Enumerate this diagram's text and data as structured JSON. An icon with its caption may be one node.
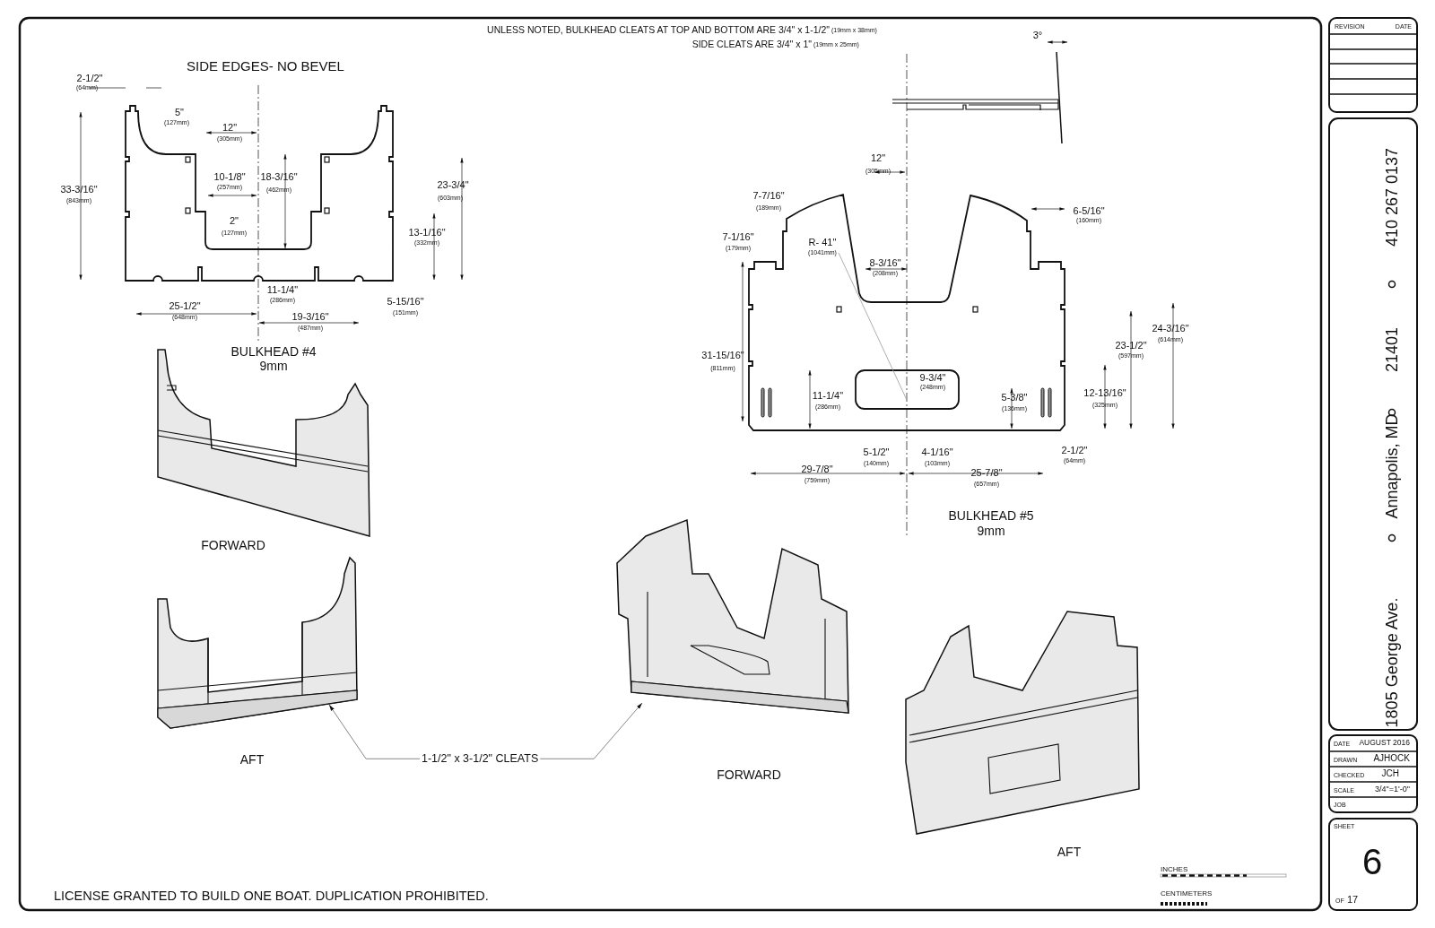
{
  "diagram": {
    "nodes": [
      {
        "text": [
          "1-1/2\" x 3-1/2\" CLEATS"
        ]
      },
      {
        "text": [],
        "shape": "bar"
      },
      {
        "text": [],
        "shape": "bar"
      }
    ],
    "edges": [
      {
        "from": 0,
        "to": 1,
        "arrow": "to"
      },
      {
        "from": 0,
        "to": 2,
        "arrow": "to"
      }
    ],
    "labels": [
      "UNLESS NOTED, BULKHEAD CLEATS AT TOP AND BOTTOM ARE 3/4\" x 1-1/2\"",
      "(19mm x 38mm)",
      "SIDE CLEATS ARE 3/4\" x 1\"",
      "(19mm x 25mm)",
      "SIDE EDGES- NO BEVEL",
      "3°",
      "2-1/2\"",
      "(64mm)",
      "5\"",
      "(127mm)",
      "12\"",
      "(305mm)",
      "33-3/16\"",
      "(843mm)",
      "10-1/8\"",
      "(257mm)",
      "18-3/16\"",
      "(462mm)",
      "23-3/4\"",
      "(603mm)",
      "2\"",
      "(127mm)",
      "13-1/16\"",
      "(332mm)",
      "11-1/4\"",
      "(286mm)",
      "25-1/2\"",
      "(648mm)",
      "5-15/16\"",
      "(151mm)",
      "19-3/16\"",
      "(487mm)",
      "BULKHEAD #4",
      "9mm",
      "12\"",
      "(305mm)",
      "7-7/16\"",
      "(189mm)",
      "6-5/16\"",
      "(160mm)",
      "7-1/16\"",
      "(179mm)",
      "R- 41\"",
      "(1041mm)",
      "8-3/16\"",
      "(208mm)",
      "31-15/16\"",
      "(811mm)",
      "23-1/2\"",
      "(597mm)",
      "24-3/16\"",
      "(614mm)",
      "9-3/4\"",
      "(248mm)",
      "11-1/4\"",
      "(286mm)",
      "5-3/8\"",
      "(136mm)",
      "12-13/16\"",
      "(325mm)",
      "5-1/2\"",
      "(140mm)",
      "4-1/16\"",
      "(103mm)",
      "2-1/2\"",
      "(64mm)",
      "29-7/8\"",
      "(759mm)",
      "25-7/8\"",
      "(657mm)",
      "BULKHEAD #5",
      "9mm",
      "FORWARD",
      "AFT",
      "FORWARD",
      "AFT",
      "INCHES",
      "CENTIMETERS",
      "LICENSE GRANTED TO BUILD ONE BOAT. DUPLICATION PROHIBITED.",
      "REVISION",
      "DATE",
      "1805 George Ave.",
      "Annapolis, MD",
      "21401",
      "410 267 0137",
      "DATE",
      "AUGUST 2016",
      "DRAWN",
      "AJHOCK",
      "CHECKED",
      "JCH",
      "SCALE",
      "3/4\"=1'-0\"",
      "JOB",
      "SHEET",
      "6",
      "OF",
      "17"
    ]
  }
}
